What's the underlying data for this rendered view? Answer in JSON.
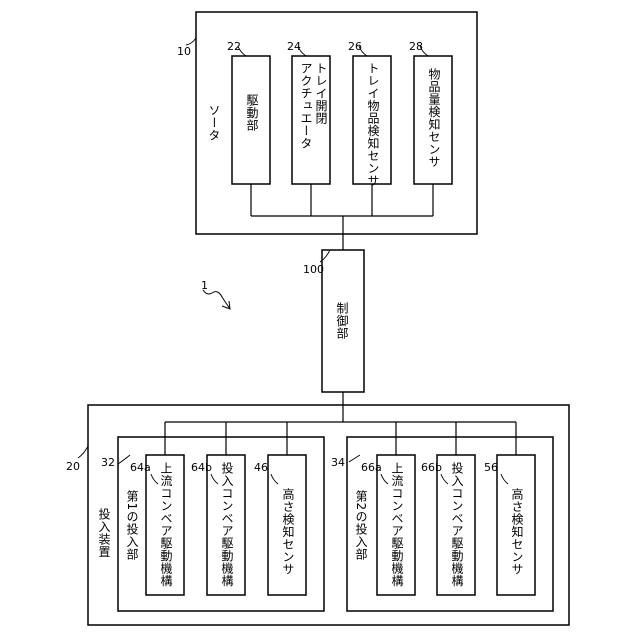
{
  "system_ref": "1",
  "sorter": {
    "ref": "10",
    "label": "ソータ",
    "units": [
      {
        "ref": "22",
        "label": "駆動部"
      },
      {
        "ref": "24",
        "label": "トレイ開閉アクチュエータ",
        "label_line1": "トレイ開閉",
        "label_line2": "アクチュエータ"
      },
      {
        "ref": "26",
        "label": "トレイ物品検知センサ"
      },
      {
        "ref": "28",
        "label": "物品量検知センサ"
      }
    ]
  },
  "controller": {
    "ref": "100",
    "label": "制御部"
  },
  "loading_device": {
    "ref": "20",
    "label": "投入装置",
    "sections": [
      {
        "ref": "32",
        "label": "第1の投入部",
        "units": [
          {
            "ref": "64a",
            "label": "上流コンベア駆動機構"
          },
          {
            "ref": "64b",
            "label": "投入コンベア駆動機構"
          },
          {
            "ref": "46",
            "label": "高さ検知センサ"
          }
        ]
      },
      {
        "ref": "34",
        "label": "第2の投入部",
        "units": [
          {
            "ref": "66a",
            "label": "上流コンベア駆動機構"
          },
          {
            "ref": "66b",
            "label": "投入コンベア駆動機構"
          },
          {
            "ref": "56",
            "label": "高さ検知センサ"
          }
        ]
      }
    ]
  }
}
